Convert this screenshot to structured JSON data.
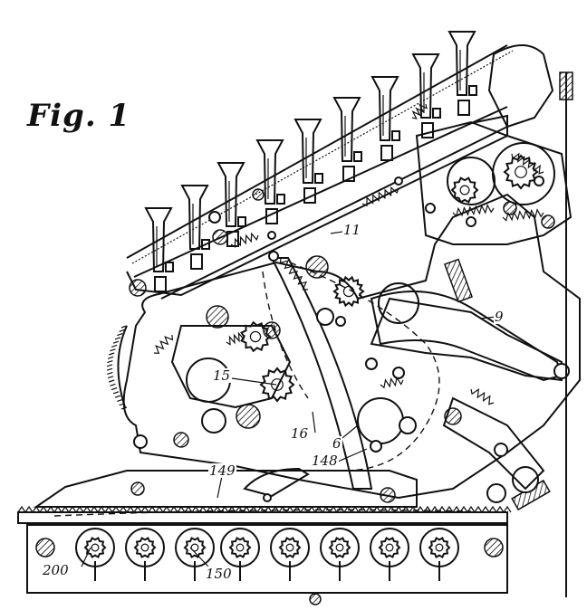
{
  "figure": {
    "title": "Fig. 1",
    "labels": {
      "l11": "11",
      "l9": "9",
      "l15": "15",
      "l16": "16",
      "l6": "6",
      "l148": "148",
      "l149": "149",
      "l150": "150",
      "l200": "200"
    }
  }
}
